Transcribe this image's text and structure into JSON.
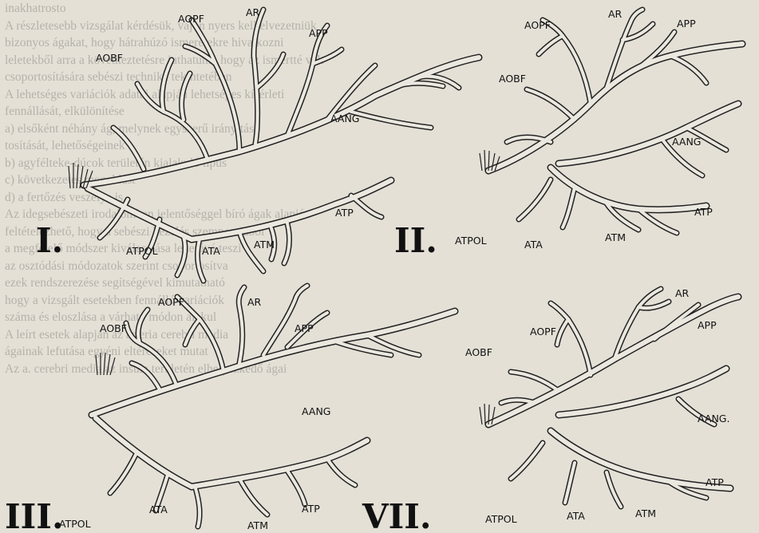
{
  "background_text": [
    "inakhatrosto",
    "A részletesebb vizsgálat kérdésük, vajon nyers kell elvezetniük",
    "bizonyos ágakat, hogy hátrahúzó ismeretekre hivatkozni",
    "leletekből arra a következtetésre juthatunk, hogy az ismertté vált",
    "csoportosítására sebészi technika tekintetében",
    "A lehetséges variációk adatai alapján lehetséges kísérleti",
    "fennállását, elkülönítése",
    "a) elsőként néhány ág, melynek egyszerű irányítása",
    "tosítását, lehetőségeinek",
    "b) agyfélteke-dúcok területén kialakuló típus",
    "c) következetes megoldást",
    "d) a fertőzés veszélye is.",
    "",
    "Az idegsebészeti irodalomban jelentőséggel bíró ágak alapján",
    "feltételezhető, hogy a sebészi kezelés szempontjából",
    "a megfelelő módszer kiválasztása lehetővé teszi",
    "az osztódási módozatok szerint csoportosítva",
    "ezek rendszerezése segítségével kimutatható",
    "hogy a vizsgált esetekben fennálló variációk",
    "száma és eloszlása a várható módon alakul",
    "A leírt esetek alapján az arteria cerebri media",
    "ágainak lefutása egyéni eltéréseket mutat",
    "",
    "Az a. cerebri media az insula területén elhelyezkedő ágai"
  ],
  "panels": [
    {
      "numeral": "I.",
      "labels": {
        "aopf": "AOPF",
        "ar": "AR",
        "app": "APP",
        "aobf": "AOBF",
        "aang": "AANG",
        "atp": "ATP",
        "atpol": "ATPOL",
        "ata": "ATA",
        "atm": "ATM"
      }
    },
    {
      "numeral": "II.",
      "labels": {
        "aopf": "AOPF",
        "ar": "AR",
        "app": "APP",
        "aobf": "AOBF",
        "aang": "AANG",
        "atp": "ATP",
        "atpol": "ATPOL",
        "ata": "ATA",
        "atm": "ATM"
      }
    },
    {
      "numeral": "III.",
      "labels": {
        "aopf": "AOPF",
        "ar": "AR",
        "app": "APP",
        "aobf": "AOBF",
        "aang": "AANG",
        "atp": "ATP",
        "atpol": "ATPOL",
        "ata": "ATA",
        "atm": "ATM"
      }
    },
    {
      "numeral": "VII.",
      "labels": {
        "aopf": "AOPF",
        "ar": "AR",
        "app": "APP",
        "aobf": "AOBF",
        "aang": "AANG.",
        "atp": "ATP",
        "atpol": "ATPOL",
        "ata": "ATA",
        "atm": "ATM"
      }
    }
  ]
}
